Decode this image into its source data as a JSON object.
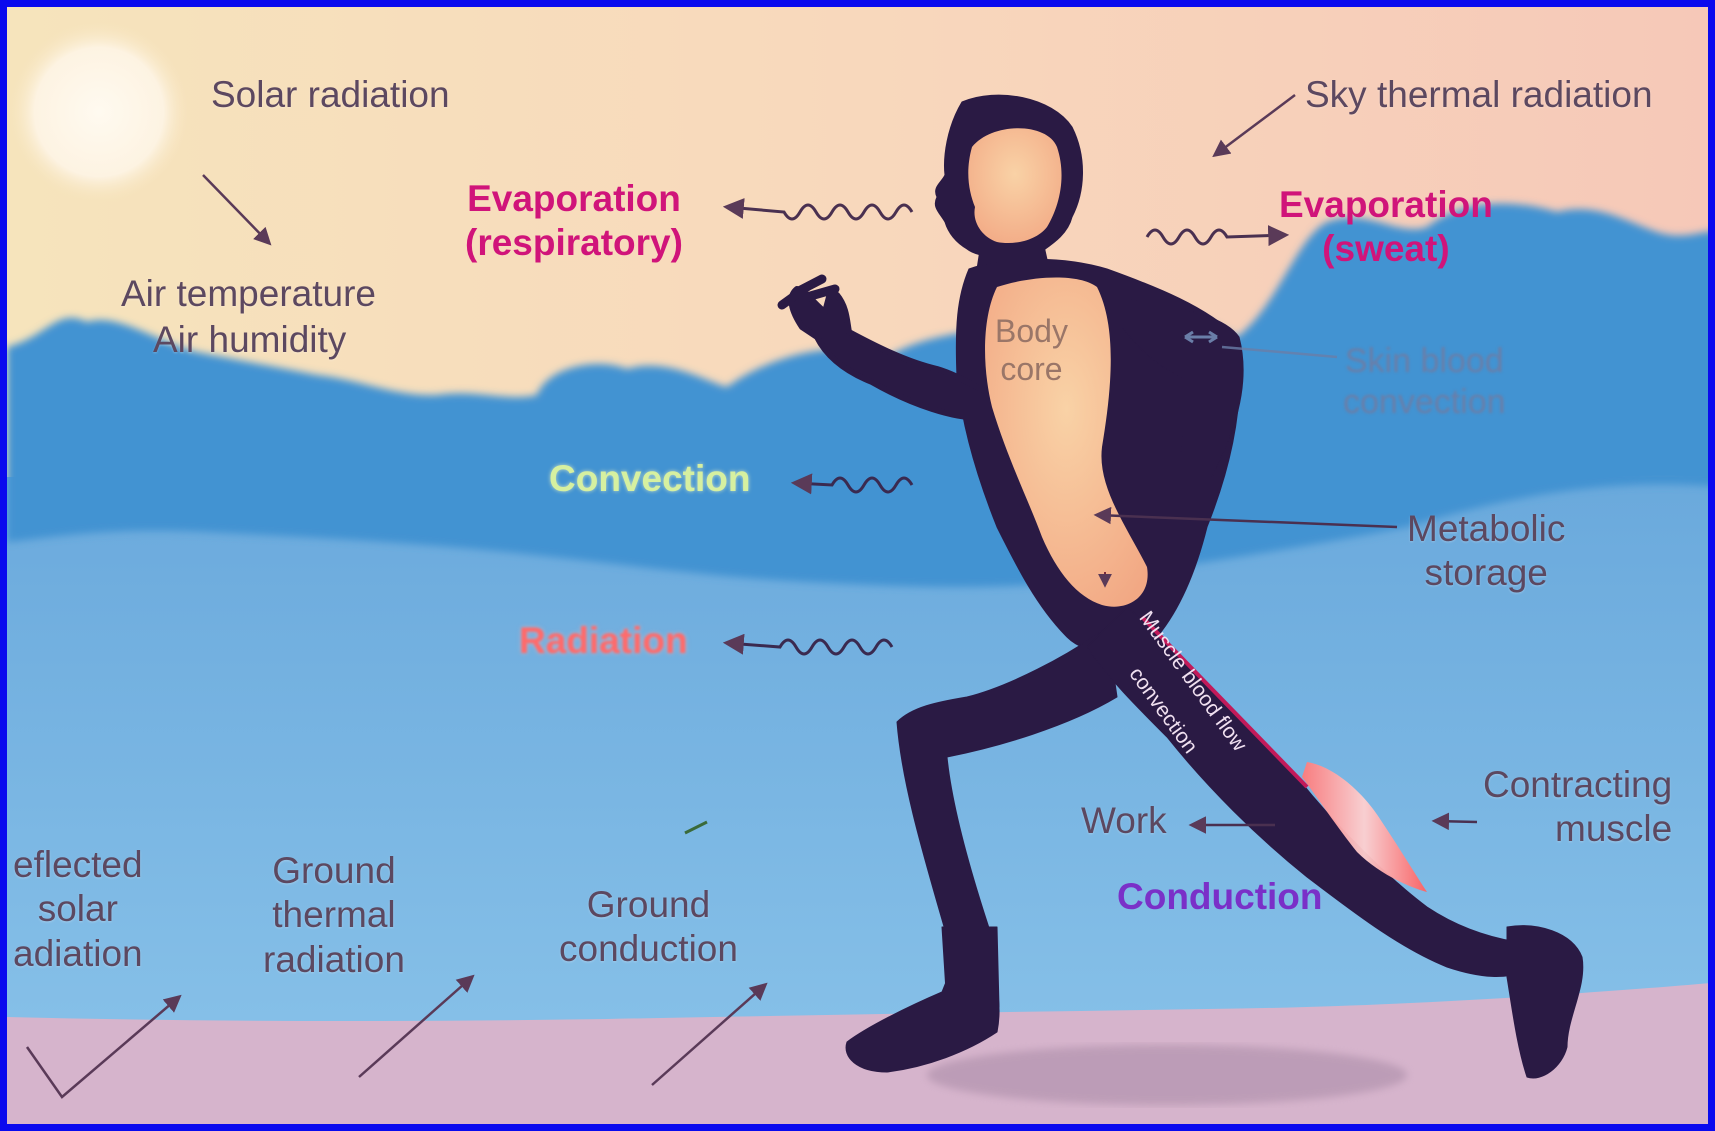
{
  "labels": {
    "solar_radiation": "Solar radiation",
    "sky_thermal_radiation": "Sky thermal radiation",
    "air_temperature": "Air temperature",
    "air_humidity": "Air humidity",
    "evap_resp_1": "Evaporation",
    "evap_resp_2": "(respiratory)",
    "evap_sweat_1": "Evaporation",
    "evap_sweat_2": "(sweat)",
    "body_core_1": "Body",
    "body_core_2": "core",
    "skin_blood_1": "Skin blood",
    "skin_blood_2": "convection",
    "convection": "Convection",
    "metabolic_1": "Metabolic",
    "metabolic_2": "storage",
    "radiation": "Radiation",
    "muscle_blood_1": "Muscle blood flow",
    "muscle_blood_2": "convection",
    "contracting_1": "Contracting",
    "contracting_2": "muscle",
    "work": "Work",
    "conduction": "Conduction",
    "reflected_1": "eflected",
    "reflected_2": "solar",
    "reflected_3": "adiation",
    "ground_thermal_1": "Ground",
    "ground_thermal_2": "thermal",
    "ground_thermal_3": "radiation",
    "ground_conduction_1": "Ground",
    "ground_conduction_2": "conduction"
  },
  "colors": {
    "sky_top": "#f6e0bc",
    "sky_pink": "#f7cfb8",
    "cloud_blue": "#3f8fcf",
    "lower_blue": "#7cb8e4",
    "ground_pink": "#d8b4cf",
    "body": "#2a1a44",
    "core": "#f5b890",
    "label_dark": "#5c4860",
    "magenta": "#d0147a",
    "green": "#d6f0a0",
    "red": "#ff6a6a",
    "purple": "#7a30c8"
  }
}
